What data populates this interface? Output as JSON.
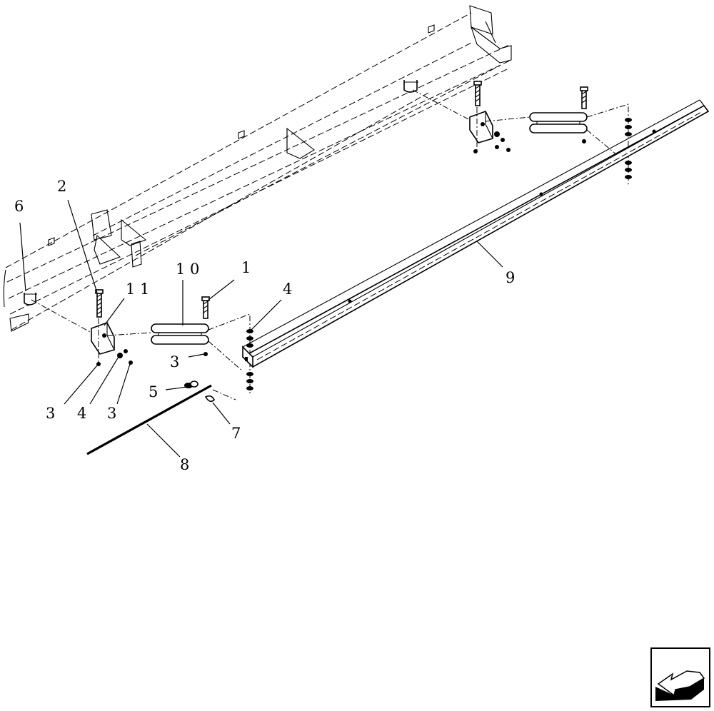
{
  "diagram": {
    "callouts": [
      {
        "id": "c6",
        "text": "6"
      },
      {
        "id": "c2",
        "text": "2"
      },
      {
        "id": "c11",
        "text": "1 1"
      },
      {
        "id": "c10",
        "text": "1 0"
      },
      {
        "id": "c1",
        "text": "1"
      },
      {
        "id": "c4a",
        "text": "4"
      },
      {
        "id": "c9",
        "text": "9"
      },
      {
        "id": "c3a",
        "text": "3"
      },
      {
        "id": "c3b",
        "text": "3"
      },
      {
        "id": "c4b",
        "text": "4"
      },
      {
        "id": "c3c",
        "text": "3"
      },
      {
        "id": "c5",
        "text": "5"
      },
      {
        "id": "c7",
        "text": "7"
      },
      {
        "id": "c8",
        "text": "8"
      }
    ],
    "nav_icon": "previous-page-arrow-icon"
  }
}
